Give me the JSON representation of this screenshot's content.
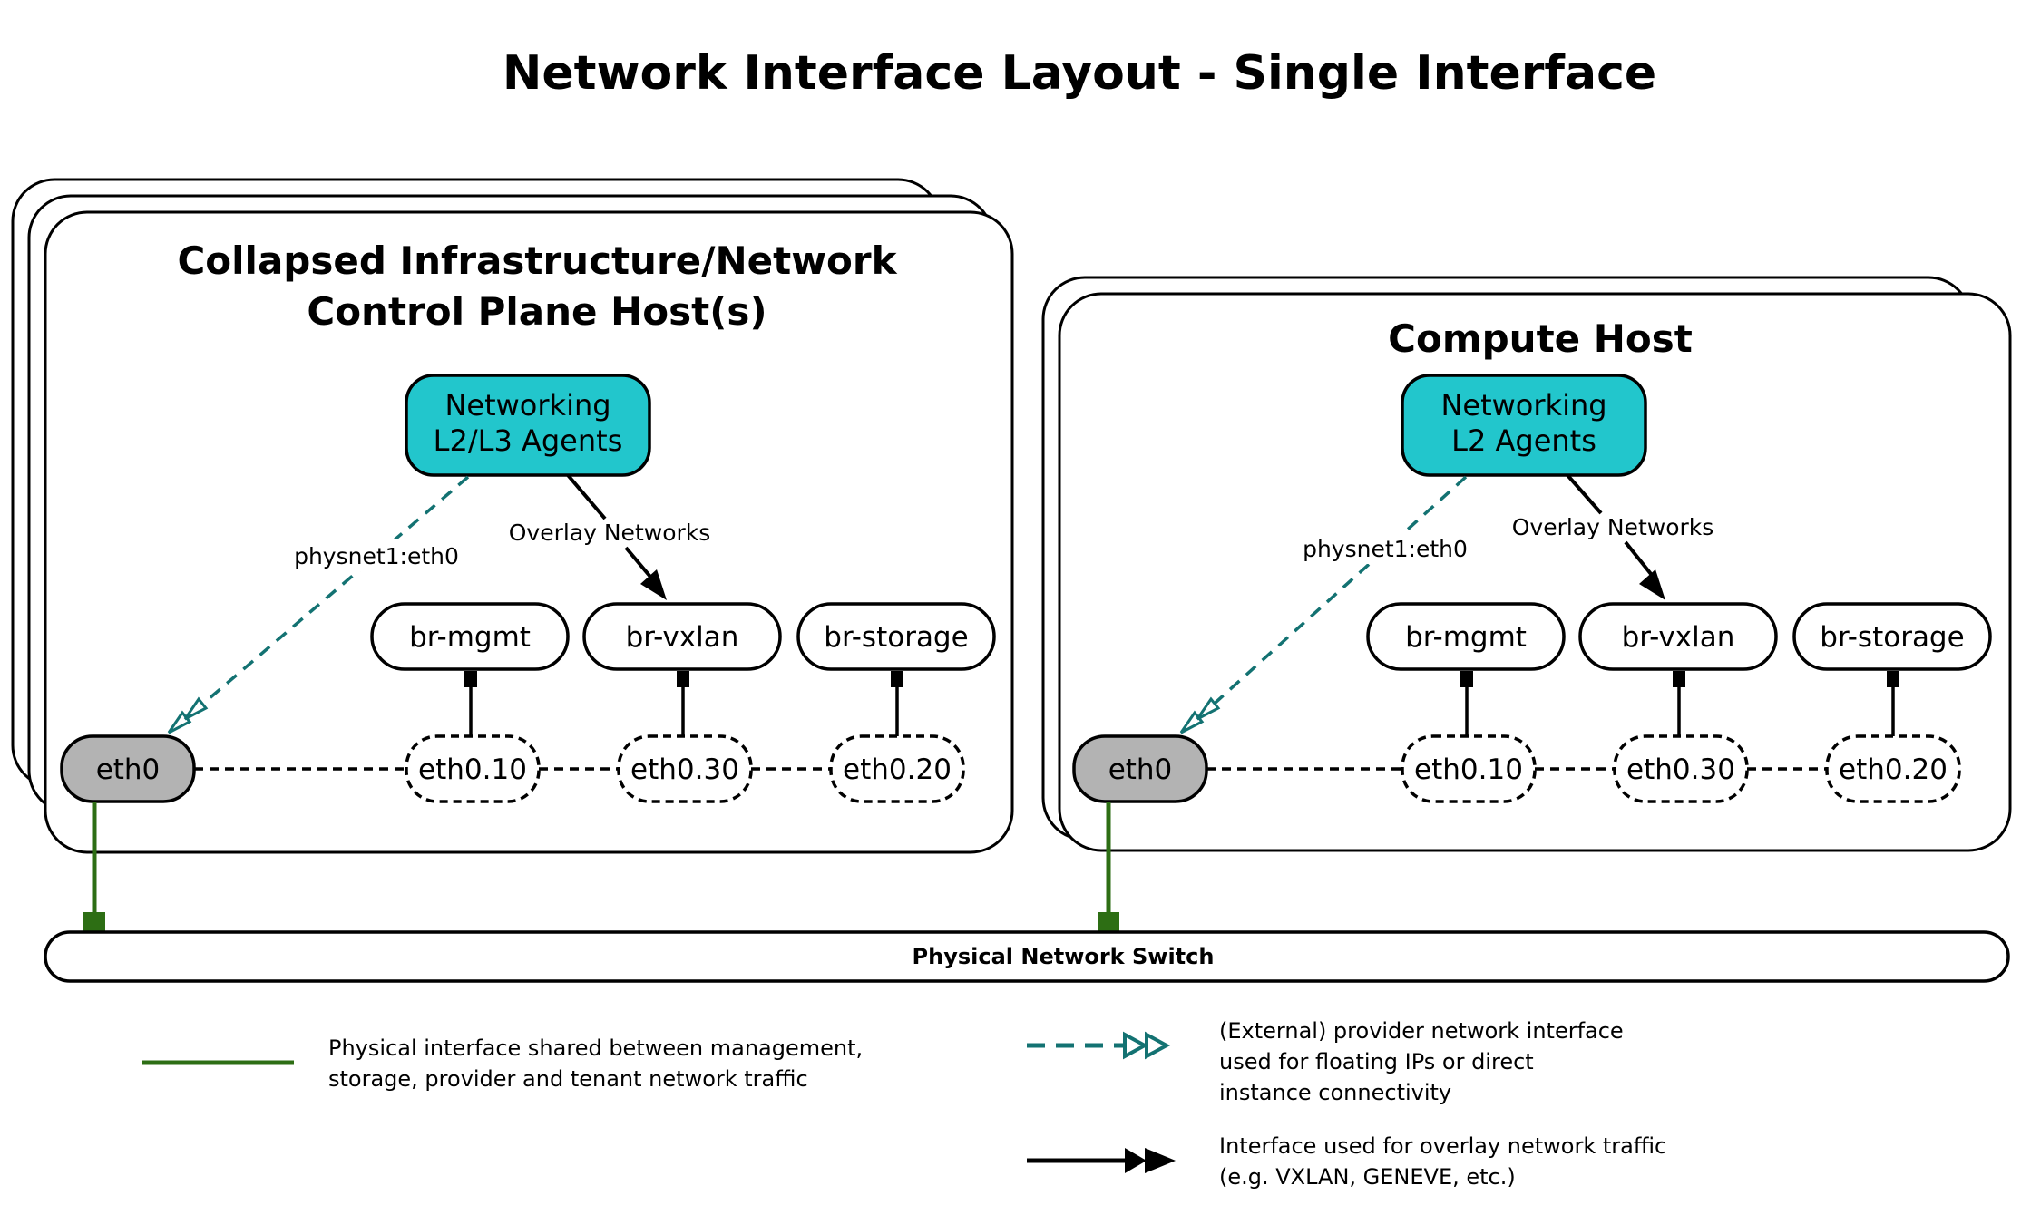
{
  "title": "Network Interface Layout - Single Interface",
  "hosts": [
    {
      "title_lines": [
        "Collapsed Infrastructure/Network",
        "Control Plane Host(s)"
      ],
      "agent_lines": [
        "Networking",
        "L2/L3 Agents"
      ],
      "physnet_label": "physnet1:eth0",
      "overlay_label": "Overlay Networks",
      "bridges": [
        "br-mgmt",
        "br-vxlan",
        "br-storage"
      ],
      "physical_interface": "eth0",
      "vlan_interfaces": [
        "eth0.10",
        "eth0.30",
        "eth0.20"
      ]
    },
    {
      "title_lines": [
        "Compute Host"
      ],
      "agent_lines": [
        "Networking",
        "L2 Agents"
      ],
      "physnet_label": "physnet1:eth0",
      "overlay_label": "Overlay Networks",
      "bridges": [
        "br-mgmt",
        "br-vxlan",
        "br-storage"
      ],
      "physical_interface": "eth0",
      "vlan_interfaces": [
        "eth0.10",
        "eth0.30",
        "eth0.20"
      ]
    }
  ],
  "switch_label": "Physical Network Switch",
  "legend": {
    "physical": [
      "Physical interface shared between management,",
      "storage, provider and tenant network traffic"
    ],
    "provider": [
      "(External) provider network interface",
      "used for floating IPs or direct",
      "instance connectivity"
    ],
    "overlay": [
      "Interface used for overlay network traffic",
      "(e.g. VXLAN, GENEVE, etc.)"
    ]
  },
  "colors": {
    "agent_fill": "#22c6cc",
    "physical_fill": "#b3b3b3",
    "physical_link": "#2d6e14",
    "provider_link": "#137272",
    "overlay_link": "#000000"
  }
}
